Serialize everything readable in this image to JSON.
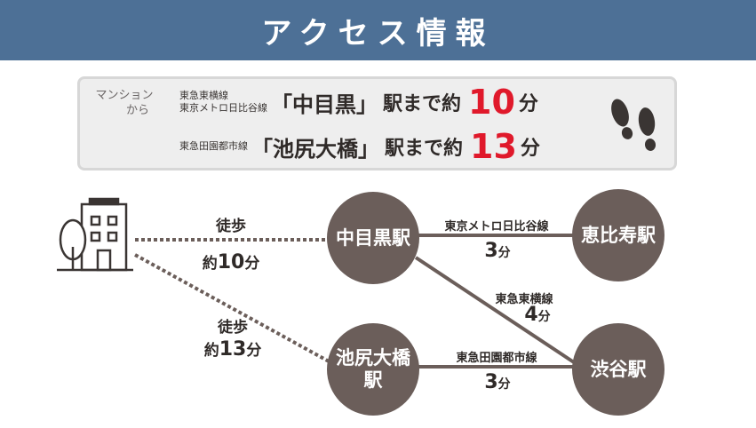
{
  "header": {
    "title": "アクセス情報"
  },
  "access_box": {
    "origin_label_1": "マンション",
    "origin_label_2": "から",
    "routes": [
      {
        "lines_1": "東急東横線",
        "lines_2": "東京メトロ日比谷線",
        "station": "「中目黒」",
        "suffix": "駅まで約",
        "minutes": "10",
        "unit": "分"
      },
      {
        "lines_1": "東急田園都市線",
        "station": "「池尻大橋」",
        "suffix": "駅まで約",
        "minutes": "13",
        "unit": "分"
      }
    ]
  },
  "diagram": {
    "stations": {
      "nakameguro": "中目黒駅",
      "ebisu": "恵比寿駅",
      "ikejiri_1": "池尻大橋",
      "ikejiri_2": "駅",
      "shibuya": "渋谷駅"
    },
    "walks": [
      {
        "label": "徒歩",
        "prefix": "約",
        "minutes": "10",
        "unit": "分"
      },
      {
        "label": "徒歩",
        "prefix": "約",
        "minutes": "13",
        "unit": "分"
      }
    ],
    "edges": [
      {
        "line": "東京メトロ日比谷線",
        "minutes": "3",
        "unit": "分"
      },
      {
        "line": "東急東横線",
        "minutes": "4",
        "unit": "分"
      },
      {
        "line": "東急田園都市線",
        "minutes": "3",
        "unit": "分"
      }
    ],
    "colors": {
      "station_fill": "#6b5e5a",
      "line": "#6b5e5a",
      "header": "#4d7096",
      "accent_red": "#e0192b"
    }
  }
}
